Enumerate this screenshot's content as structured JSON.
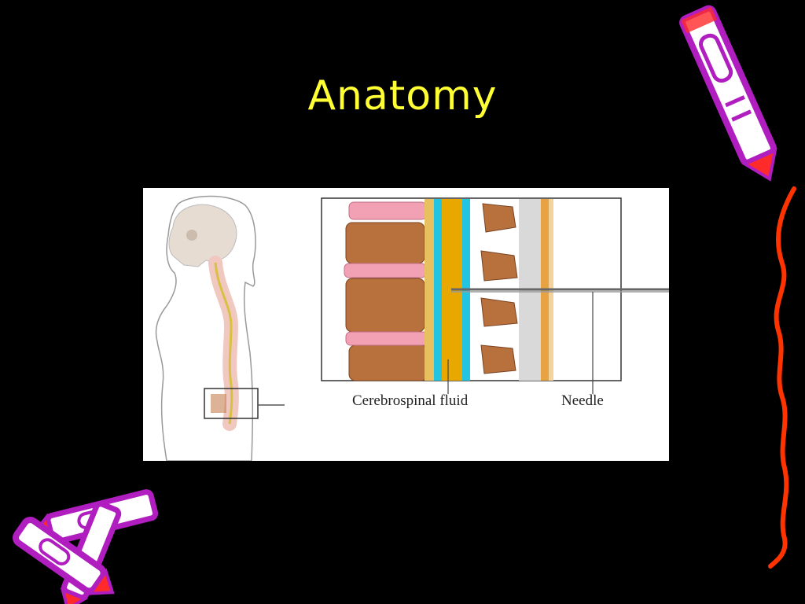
{
  "slide": {
    "title": "Anatomy"
  },
  "figure": {
    "labels": {
      "csf": "Cerebrospinal fluid",
      "needle": "Needle"
    }
  },
  "colors": {
    "background": "#000000",
    "title": "#ffff33",
    "crayon_purple": "#b01ec0",
    "squiggle_red": "#ff3300",
    "csf_cyan": "#22c4e0",
    "cord_gold": "#e8a800",
    "vertebra_brown": "#b86a3a",
    "disc_pink": "#f2a0b4"
  },
  "decorations": {
    "crayon_top_right": "crayon-icon",
    "crayons_bottom_left": "crayons-icon",
    "squiggle_right": "squiggle-line"
  }
}
